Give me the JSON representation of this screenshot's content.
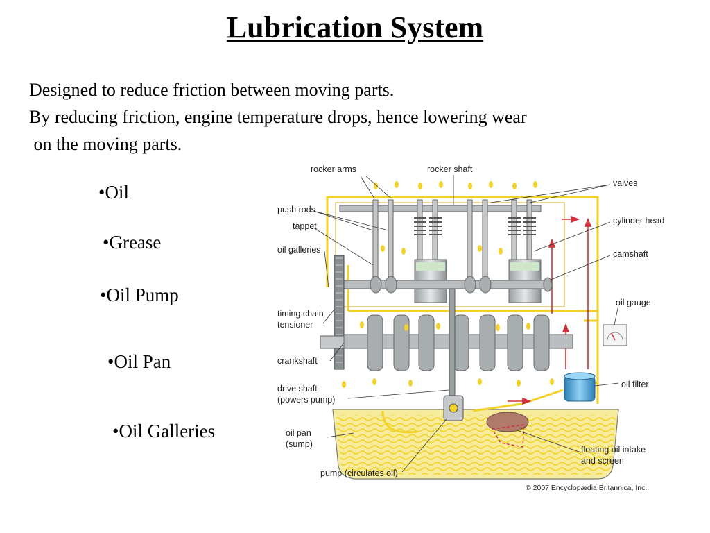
{
  "slide": {
    "title": "Lubrication System",
    "intro": [
      "Designed to reduce friction between moving parts.",
      "By reducing friction, engine temperature drops, hence lowering wear",
      " on the moving parts."
    ],
    "bullets": [
      "•Oil",
      "•Grease",
      "•Oil Pump",
      "•Oil Pan",
      "•Oil Galleries"
    ]
  },
  "diagram": {
    "labels": {
      "rocker_arms": "rocker arms",
      "rocker_shaft": "rocker shaft",
      "valves": "valves",
      "push_rods": "push rods",
      "tappet": "tappet",
      "cylinder_head": "cylinder head",
      "oil_galleries": "oil galleries",
      "camshaft": "camshaft",
      "oil_gauge": "oil gauge",
      "timing_chain_1": "timing chain",
      "timing_chain_2": "tensioner",
      "crankshaft": "crankshaft",
      "drive_shaft_1": "drive shaft",
      "drive_shaft_2": "(powers pump)",
      "oil_filter": "oil filter",
      "oil_pan_1": "oil pan",
      "oil_pan_2": "(sump)",
      "floating_1": "floating oil intake",
      "floating_2": "and screen",
      "pump": "pump (circulates oil)",
      "copyright": "© 2007 Encyclopædia Britannica, Inc."
    },
    "colors": {
      "oil": "#f2d22a",
      "metal": "#b9bdbf",
      "metal_dark": "#7c8082",
      "red": "#d0303a",
      "filter": "#4aa3d8",
      "intake": "#b07a6a",
      "sump": "#f6ec9c"
    }
  }
}
